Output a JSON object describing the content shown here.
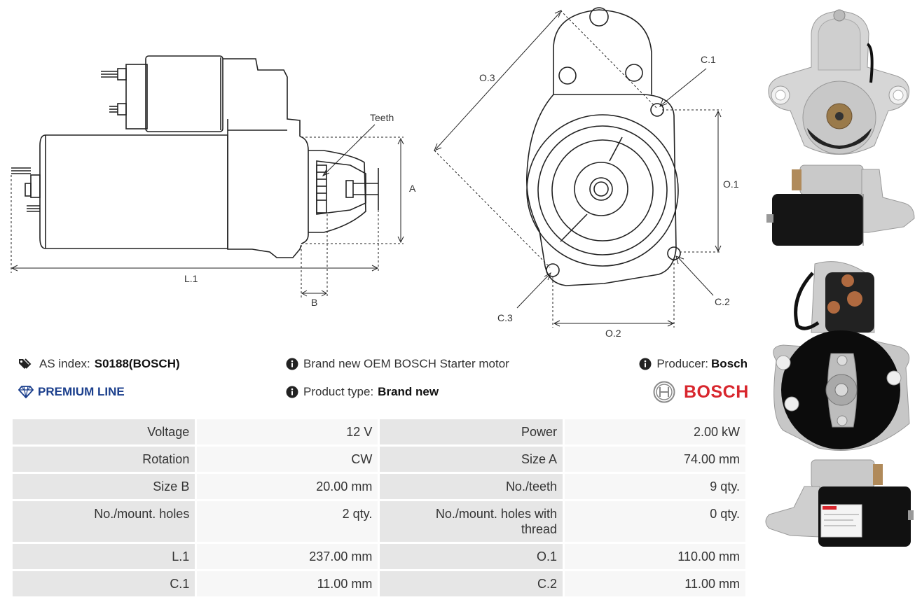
{
  "drawing": {
    "side_labels": {
      "teeth": "Teeth",
      "a": "A",
      "l1": "L.1",
      "b": "B"
    },
    "front_labels": {
      "o3": "O.3",
      "c1": "C.1",
      "o1": "O.1",
      "c2": "C.2",
      "c3": "C.3",
      "o2": "O.2"
    }
  },
  "info": {
    "as_index_label": "AS index:",
    "as_index_value": "S0188(BOSCH)",
    "description": "Brand new OEM BOSCH Starter motor",
    "producer_label": "Producer:",
    "producer_value": "Bosch",
    "premium": "PREMIUM LINE",
    "product_type_label": "Product type:",
    "product_type_value": "Brand new",
    "brand_logo_text": "BOSCH"
  },
  "specs": [
    [
      {
        "k": "Voltage",
        "v": "12 V"
      },
      {
        "k": "Power",
        "v": "2.00 kW"
      }
    ],
    [
      {
        "k": "Rotation",
        "v": "CW"
      },
      {
        "k": "Size A",
        "v": "74.00 mm"
      }
    ],
    [
      {
        "k": "Size B",
        "v": "20.00 mm"
      },
      {
        "k": "No./teeth",
        "v": "9 qty."
      }
    ],
    [
      {
        "k": "No./mount. holes",
        "v": "2 qty."
      },
      {
        "k": "No./mount. holes with thread",
        "v": "0 qty."
      }
    ],
    [
      {
        "k": "L.1",
        "v": "237.00 mm"
      },
      {
        "k": "O.1",
        "v": "110.00 mm"
      }
    ],
    [
      {
        "k": "C.1",
        "v": "11.00 mm"
      },
      {
        "k": "C.2",
        "v": "11.00 mm"
      }
    ]
  ],
  "colors": {
    "premium": "#1a3e8c",
    "brand_red": "#d8262d",
    "key_cell": "#e6e6e6",
    "value_cell": "#f7f7f7"
  }
}
